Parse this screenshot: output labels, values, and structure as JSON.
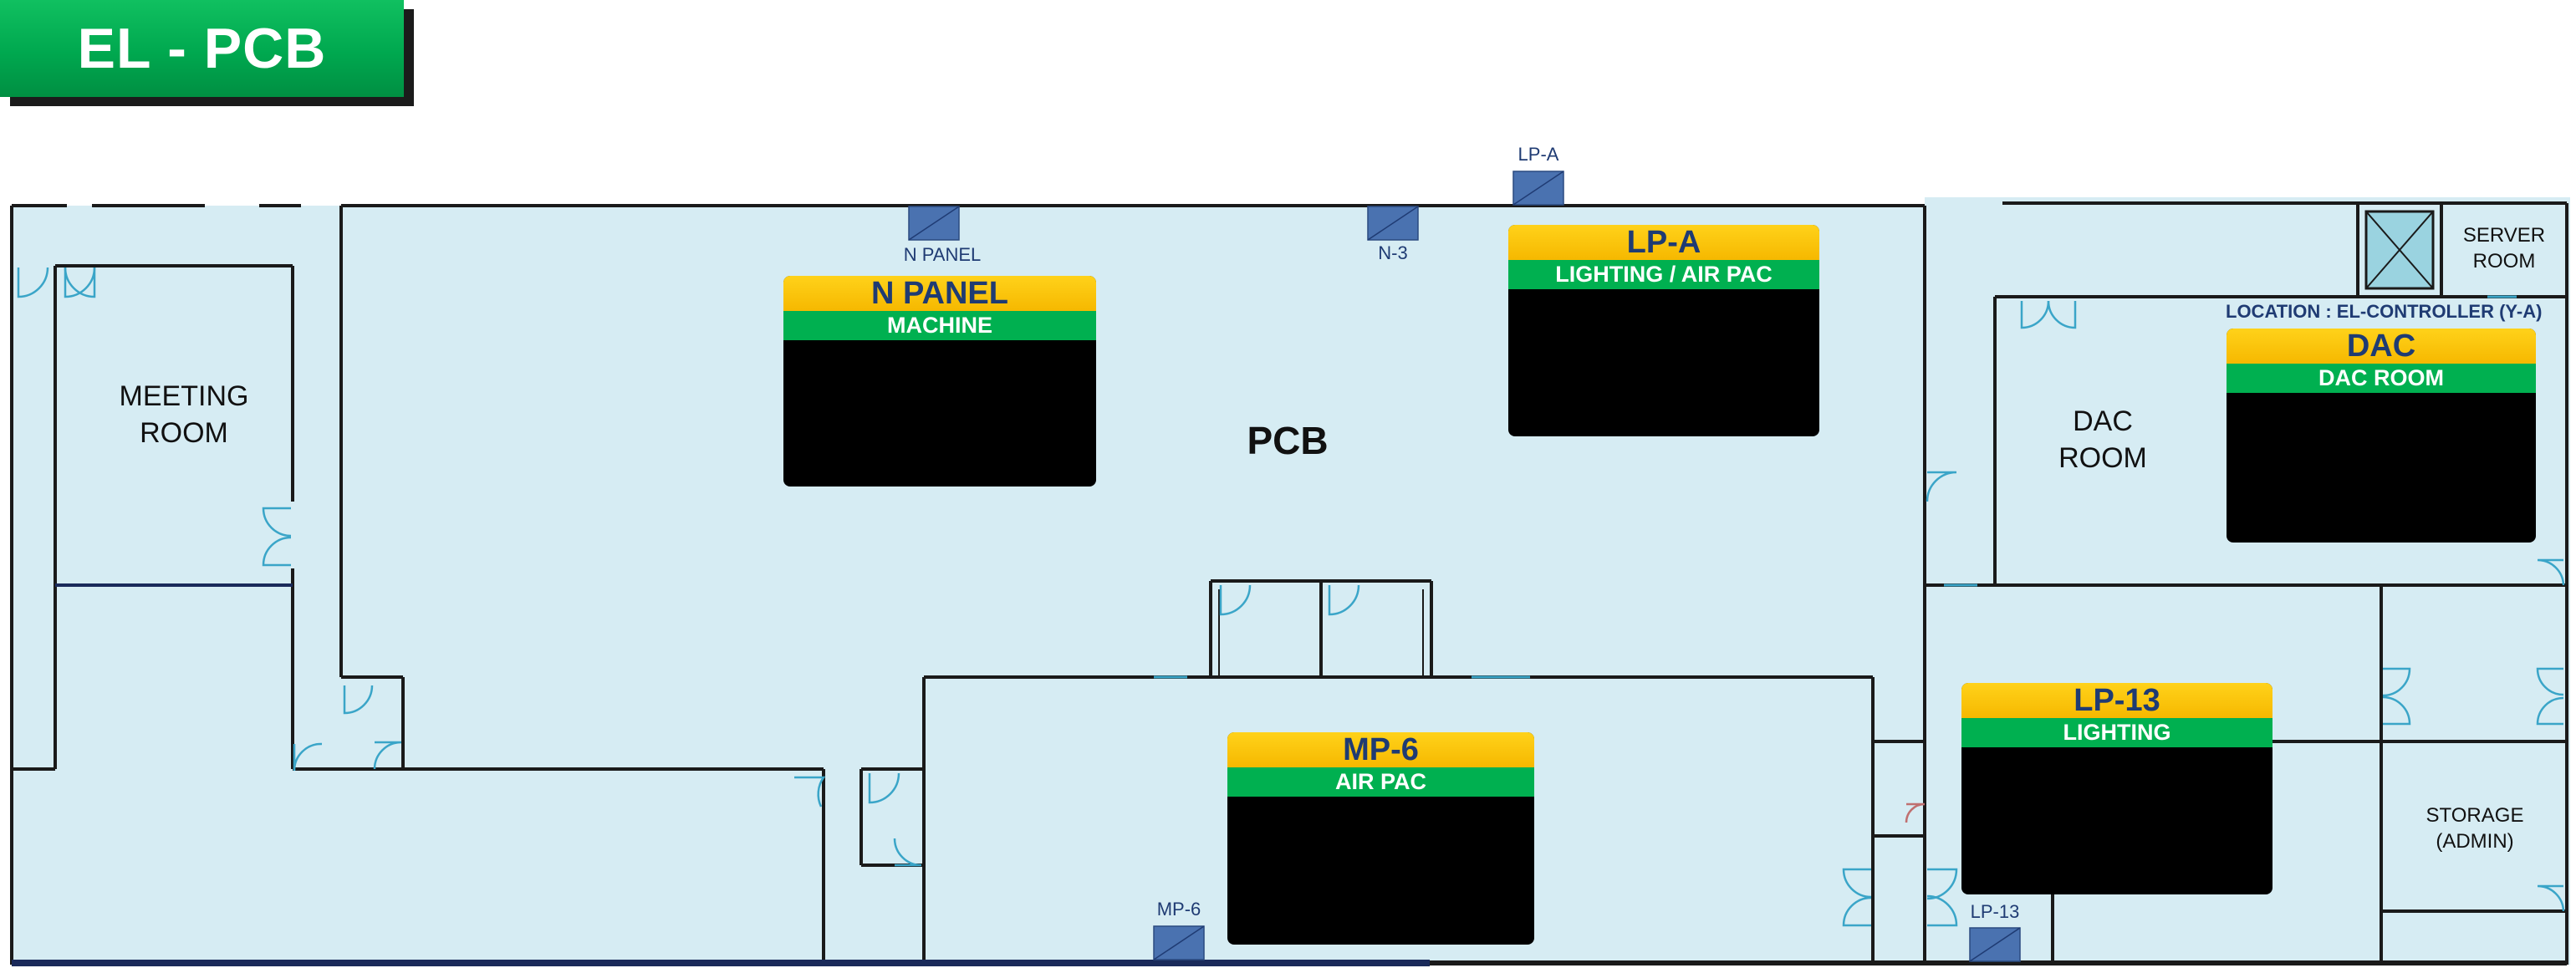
{
  "title": "EL - PCB",
  "location_note": "LOCATION : EL-CONTROLLER (Y-A)",
  "rooms": {
    "meeting_room": "MEETING\nROOM",
    "pcb": "PCB",
    "dac_room": "DAC\nROOM",
    "server_room": "SERVER\nROOM",
    "storage": "STORAGE\n(ADMIN)"
  },
  "panels": [
    {
      "name": "N PANEL",
      "desc": "MACHINE"
    },
    {
      "name": "LP-A",
      "desc": "LIGHTING / AIR PAC"
    },
    {
      "name": "DAC",
      "desc": "DAC ROOM"
    },
    {
      "name": "MP-6",
      "desc": "AIR PAC"
    },
    {
      "name": "LP-13",
      "desc": "LIGHTING"
    }
  ],
  "markers": [
    "N PANEL",
    "N-3",
    "LP-A",
    "MP-6",
    "LP-13"
  ],
  "colors": {
    "floor": "#d6ecf3",
    "wall": "#1a1a1a",
    "door": "#3aa5c8",
    "marker": "#4a72b0",
    "panel_header": "#ffc000",
    "panel_sub": "#00b050",
    "title_bg": "#00b050"
  }
}
